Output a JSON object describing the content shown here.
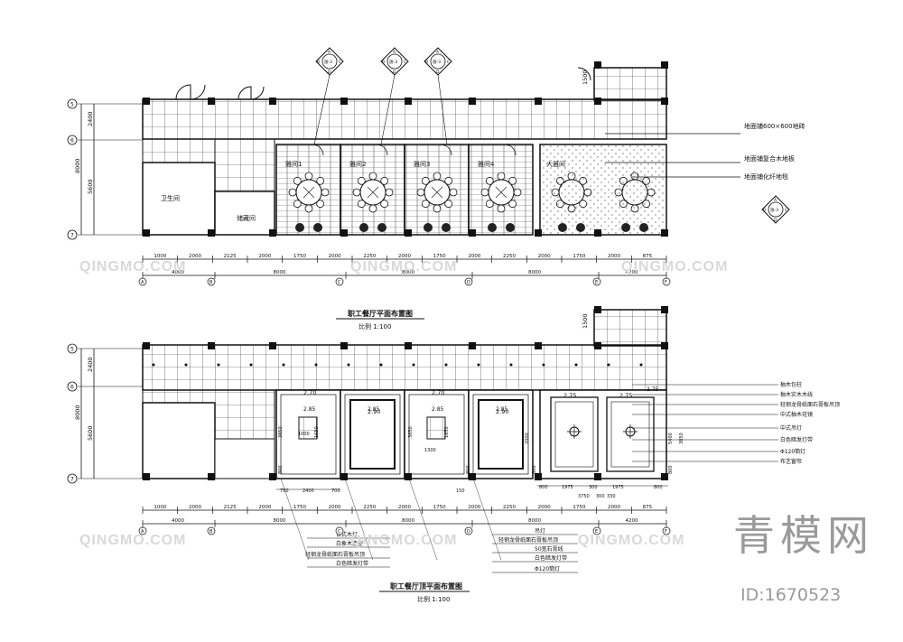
{
  "top_plan": {
    "title": "职工餐厅平面布置图",
    "scale": "比例 1:100",
    "rooms": {
      "toilet": "卫生间",
      "storage": "储藏间",
      "private1": "雅间1",
      "private2": "雅间2",
      "private3": "雅间3",
      "private4": "雅间4",
      "large_room": "大雅间"
    },
    "legend_notes": [
      "地面铺600×600地砖",
      "地面铺复合木地板",
      "地面铺化纤地毯"
    ],
    "left_dims": [
      "2400",
      "5600",
      "8000"
    ],
    "top_dim": "1500",
    "axis_left": [
      "5",
      "6",
      "7"
    ],
    "dim_row": [
      "1000",
      "2000",
      "2125",
      "2000",
      "1750",
      "2000",
      "2250",
      "2000",
      "1750",
      "2000",
      "2250",
      "2000",
      "1750",
      "2000",
      "875"
    ],
    "span_row": [
      "4000",
      "8000",
      "8000",
      "8000",
      "4200"
    ],
    "axis_bottom": [
      "A",
      "B",
      "C",
      "D",
      "E",
      "F"
    ]
  },
  "ceiling_plan": {
    "title": "职工餐厅顶平面布置图",
    "scale": "比例 1:100",
    "heights": [
      "2.70",
      "2.90",
      "2.70",
      "2.90",
      "2.75",
      "2.75",
      "2.85",
      "2.85",
      "2.75"
    ],
    "left_dims": [
      "2400",
      "5600",
      "8000"
    ],
    "top_dim": "1500",
    "inner_dims": [
      "3850",
      "1650",
      "1000",
      "800",
      "800",
      "800",
      "1300",
      "3850",
      "1650",
      "2000",
      "800",
      "5400",
      "3850"
    ],
    "sub_dims_left": [
      "750",
      "2400",
      "700",
      "150"
    ],
    "sub_dims_right": [
      "800",
      "1975",
      "300",
      "1975",
      "800",
      "3750",
      "300",
      "330"
    ],
    "right_notes": [
      "柚木包柱",
      "柚木实木木线",
      "轻钢龙骨纸面石膏板吊顶",
      "中式柚木花镜",
      "中式吊灯",
      "白色暗发灯带",
      "Φ120筒灯",
      "布艺窗帘"
    ],
    "bottom_notes_left": [
      "日式木灯",
      "白象木造型",
      "轻钢龙骨纸面石膏板吊顶",
      "白色暗发灯带"
    ],
    "bottom_notes_right": [
      "吊灯",
      "轻钢龙骨纸面石膏板吊顶",
      "50宽石膏线",
      "白色暗发灯带",
      "Φ120筒灯"
    ],
    "dim_row": [
      "1000",
      "2000",
      "2125",
      "2000",
      "1750",
      "2000",
      "2250",
      "2000",
      "1750",
      "2000",
      "2250",
      "2000",
      "1750",
      "2000",
      "875"
    ],
    "span_row": [
      "4000",
      "8000",
      "8000",
      "8000",
      "4200"
    ],
    "axis_left": [
      "5",
      "6",
      "7"
    ],
    "axis_bottom": [
      "A",
      "B",
      "C",
      "D",
      "E",
      "F"
    ]
  },
  "index_marks": {
    "letters": [
      "A",
      "B",
      "C",
      "D"
    ],
    "label": "施-3"
  },
  "watermark": {
    "text": "QINGMO.COM",
    "brand": "青模网",
    "image_id": "ID:1670523"
  }
}
